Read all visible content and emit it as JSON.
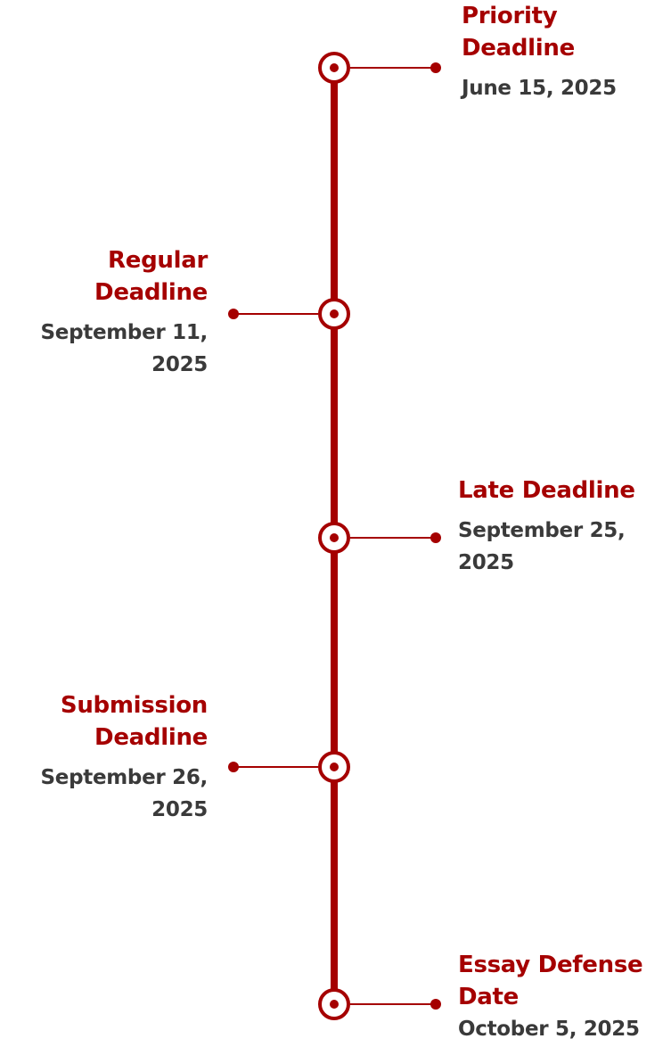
{
  "colors": {
    "accent": "#a50000",
    "date_text": "#3a3a3a"
  },
  "events": [
    {
      "title": "Priority Deadline",
      "date": "June 15, 2025"
    },
    {
      "title": "Regular Deadline",
      "date": "September 11, 2025"
    },
    {
      "title": "Late Deadline",
      "date": "September 25, 2025"
    },
    {
      "title": "Submission Deadline",
      "date": "September 26, 2025"
    },
    {
      "title": "Essay Defense Date",
      "date": "October 5, 2025"
    }
  ]
}
